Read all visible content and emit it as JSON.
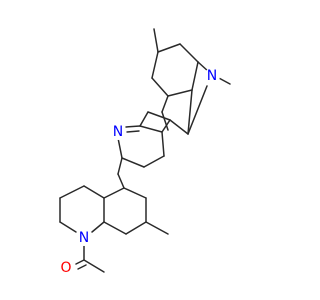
{
  "atoms": {
    "n_bridge": "N",
    "n_imine": "N",
    "n_amide": "N",
    "o_carbonyl": "O"
  },
  "colors": {
    "bond": "#2a2a2a",
    "nitrogen": "#0000ff",
    "oxygen": "#ff0000"
  }
}
